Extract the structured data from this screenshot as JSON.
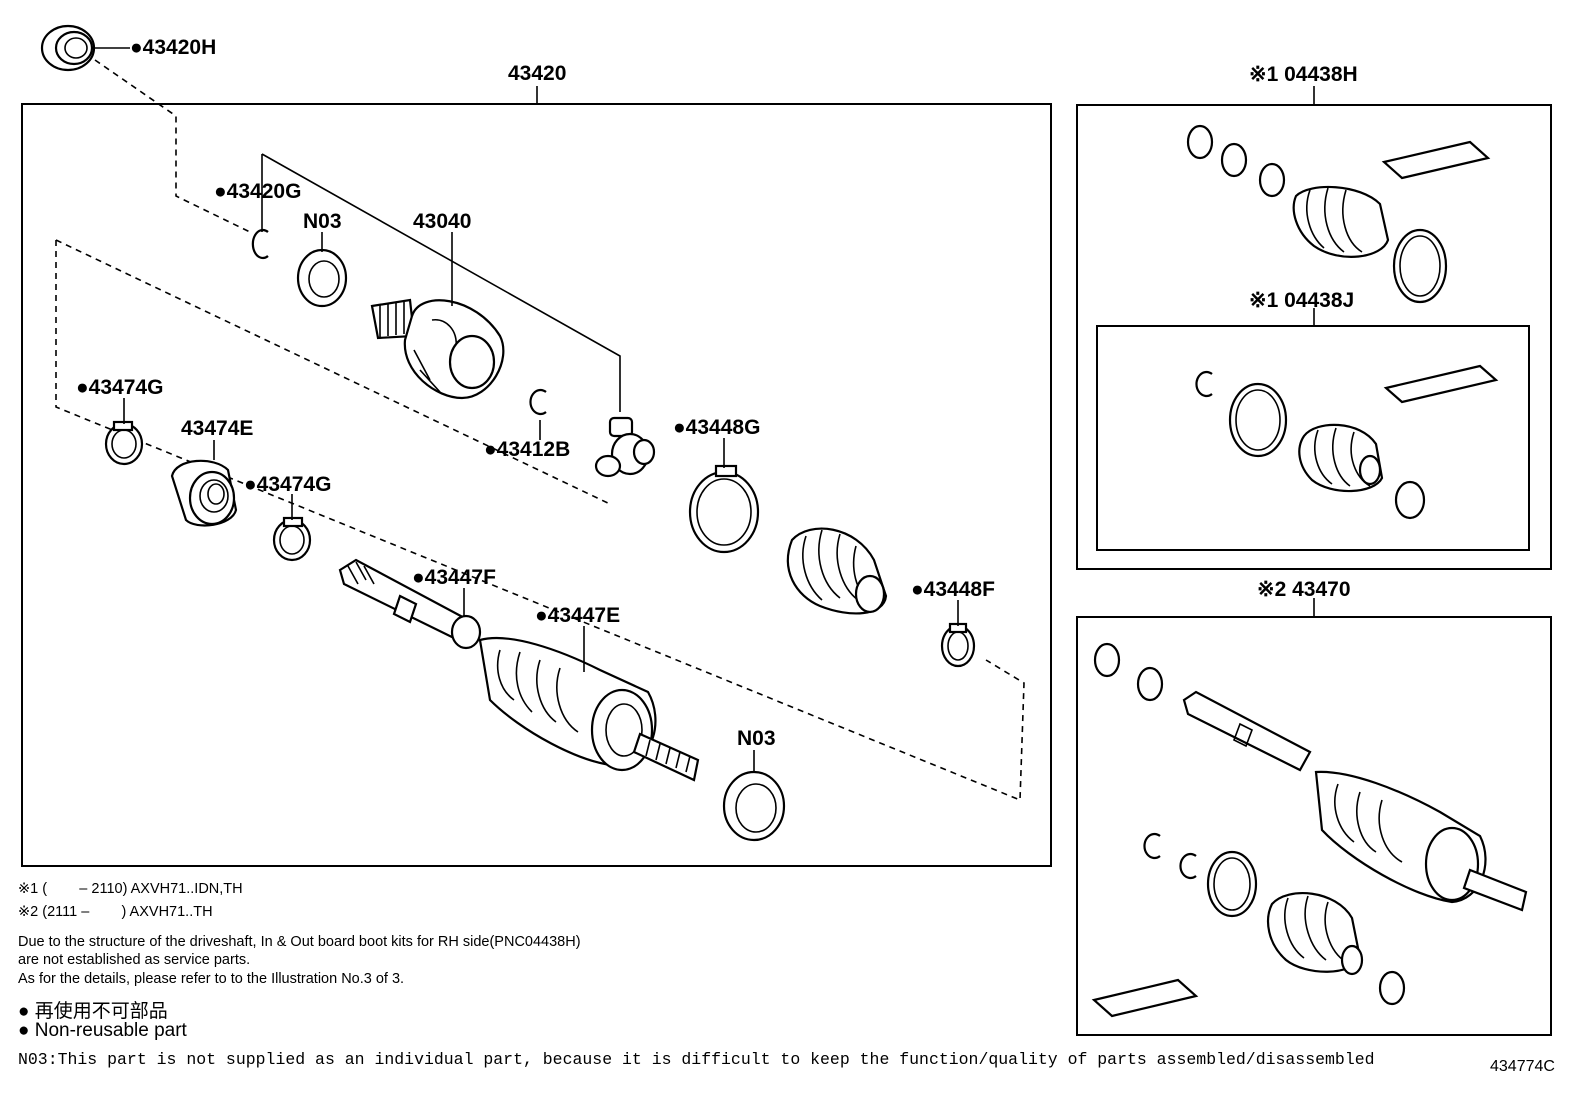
{
  "labels": {
    "p43420H": "●43420H",
    "p43420": "43420",
    "p43420G": "●43420G",
    "n03_top": "N03",
    "p43040": "43040",
    "p43474G_a": "●43474G",
    "p43474E": "43474E",
    "p43474G_b": "●43474G",
    "p43412B": "●43412B",
    "p43448G": "●43448G",
    "p43447F": "●43447F",
    "p43447E": "●43447E",
    "p43448F": "●43448F",
    "n03_bottom": "N03",
    "p04438H": "※1 04438H",
    "p04438J": "※1 04438J",
    "p43470": "※2 43470"
  },
  "notes": {
    "note1": "※1 (        – 2110) AXVH71..IDN,TH",
    "note2": "※2 (2111 –        ) AXVH71..TH",
    "desc1": "Due to the structure of the driveshaft, In & Out board  boot kits for RH side(PNC04438H)",
    "desc2": "are not established as service parts.",
    "desc3": "As for the details, please refer to to the Illustration No.3 of 3.",
    "legend_jp": "● 再使用不可部品",
    "legend_en": "● Non-reusable part",
    "n03_note": "N03:This part is not supplied as an individual part, because it is difficult to keep the function/quality of parts assembled/disassembled",
    "illus_id": "434774C"
  }
}
